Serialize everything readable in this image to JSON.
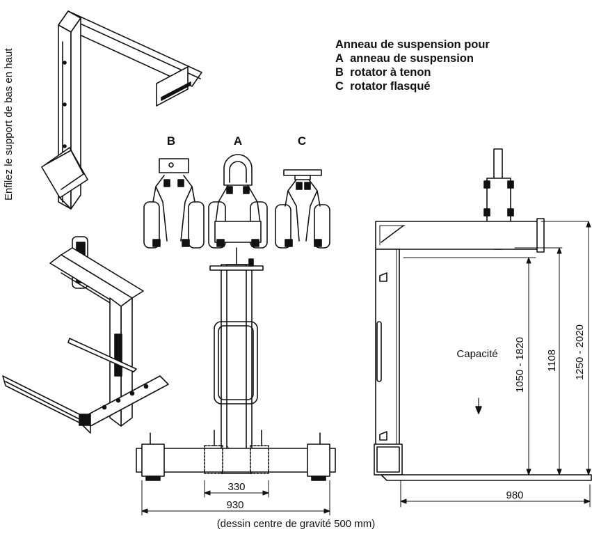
{
  "side_label": "Enfilez le support de bas en haut",
  "legend": {
    "title": "Anneau de suspension pour",
    "items": [
      {
        "letter": "A",
        "text": "anneau de suspension"
      },
      {
        "letter": "B",
        "text": "rotator à tenon"
      },
      {
        "letter": "C",
        "text": "rotator flasqué"
      }
    ]
  },
  "view_letters": {
    "b": "B",
    "a": "A",
    "c": "C"
  },
  "dimensions": {
    "inner_width": "330",
    "outer_width": "930",
    "fork_length": "980",
    "capacity": "Capacité",
    "height_range_1": "1050 - 1820",
    "height_fixed": "1108",
    "height_range_2": "1250 - 2020"
  },
  "caption": "(dessin centre de gravité 500 mm)",
  "colors": {
    "line": "#111111",
    "background": "#ffffff"
  }
}
